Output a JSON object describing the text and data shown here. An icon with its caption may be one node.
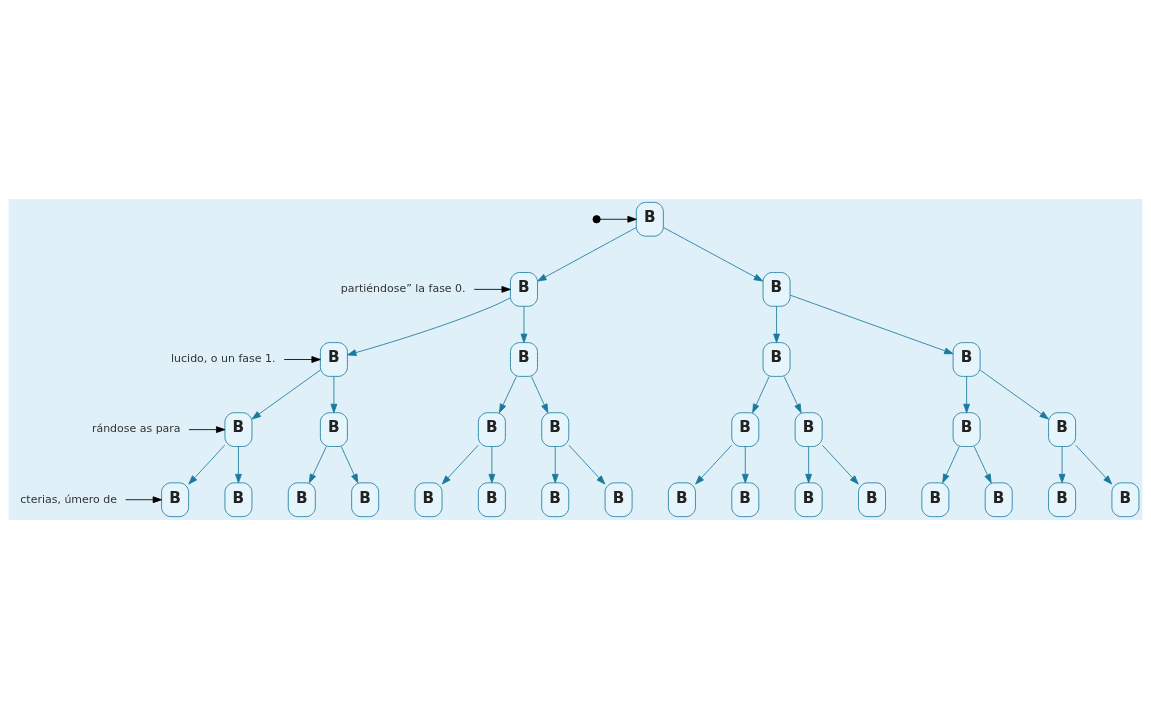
{
  "diagram": {
    "nodes": [
      {
        "text": [
          "B"
        ]
      },
      {
        "text": [
          "B"
        ]
      },
      {
        "text": [
          "B"
        ]
      },
      {
        "text": [
          "B"
        ]
      },
      {
        "text": [
          "B"
        ]
      },
      {
        "text": [
          "B"
        ]
      },
      {
        "text": [
          "B"
        ]
      },
      {
        "text": [
          "B"
        ]
      },
      {
        "text": [
          "B"
        ]
      },
      {
        "text": [
          "B"
        ]
      },
      {
        "text": [
          "B"
        ]
      },
      {
        "text": [
          "B"
        ]
      },
      {
        "text": [
          "B"
        ]
      },
      {
        "text": [
          "B"
        ]
      },
      {
        "text": [
          "B"
        ]
      },
      {
        "text": [
          "B"
        ]
      },
      {
        "text": [
          "B"
        ]
      },
      {
        "text": [
          "B"
        ]
      },
      {
        "text": [
          "B"
        ]
      },
      {
        "text": [
          "B"
        ]
      },
      {
        "text": [
          "B"
        ]
      },
      {
        "text": [
          "B"
        ]
      },
      {
        "text": [
          "B"
        ]
      },
      {
        "text": [
          "B"
        ]
      },
      {
        "text": [
          "B"
        ]
      },
      {
        "text": [
          "B"
        ]
      },
      {
        "text": [
          "B"
        ]
      },
      {
        "text": [
          "B"
        ]
      },
      {
        "text": [
          "B"
        ]
      },
      {
        "text": [
          "B"
        ]
      },
      {
        "text": [
          "B"
        ]
      },
      {
        "text": [
          "partiéndose” la fase 0."
        ]
      },
      {
        "text": [
          "lucido, o un fase 1."
        ]
      },
      {
        "text": [
          "rándose as para"
        ]
      },
      {
        "text": [
          "cterias, úmero de"
        ]
      }
    ],
    "edges": [
      {
        "from": 0,
        "to": 1,
        "arrow": "to"
      },
      {
        "from": 0,
        "to": 2,
        "arrow": "to"
      },
      {
        "from": 1,
        "to": 3,
        "arrow": "to"
      },
      {
        "from": 1,
        "to": 4,
        "arrow": "to"
      },
      {
        "from": 2,
        "to": 5,
        "arrow": "to"
      },
      {
        "from": 2,
        "to": 6,
        "arrow": "to"
      },
      {
        "from": 3,
        "to": 7,
        "arrow": "to"
      },
      {
        "from": 3,
        "to": 8,
        "arrow": "to"
      },
      {
        "from": 4,
        "to": 9,
        "arrow": "to"
      },
      {
        "from": 4,
        "to": 10,
        "arrow": "to"
      },
      {
        "from": 5,
        "to": 11,
        "arrow": "to"
      },
      {
        "from": 5,
        "to": 12,
        "arrow": "to"
      },
      {
        "from": 6,
        "to": 13,
        "arrow": "to"
      },
      {
        "from": 6,
        "to": 14,
        "arrow": "to"
      },
      {
        "from": 7,
        "to": 15,
        "arrow": "to"
      },
      {
        "from": 7,
        "to": 16,
        "arrow": "to"
      },
      {
        "from": 8,
        "to": 17,
        "arrow": "to"
      },
      {
        "from": 8,
        "to": 18,
        "arrow": "to"
      },
      {
        "from": 9,
        "to": 19,
        "arrow": "to"
      },
      {
        "from": 9,
        "to": 20,
        "arrow": "to"
      },
      {
        "from": 10,
        "to": 21,
        "arrow": "to"
      },
      {
        "from": 10,
        "to": 22,
        "arrow": "to"
      },
      {
        "from": 11,
        "to": 23,
        "arrow": "to"
      },
      {
        "from": 11,
        "to": 24,
        "arrow": "to"
      },
      {
        "from": 12,
        "to": 25,
        "arrow": "to"
      },
      {
        "from": 12,
        "to": 26,
        "arrow": "to"
      },
      {
        "from": 13,
        "to": 27,
        "arrow": "to"
      },
      {
        "from": 13,
        "to": 28,
        "arrow": "to"
      },
      {
        "from": 14,
        "to": 29,
        "arrow": "to"
      },
      {
        "from": 14,
        "to": 30,
        "arrow": "to"
      },
      {
        "from": null,
        "to": 0,
        "arrow": "to",
        "color": "#000000"
      },
      {
        "from": 31,
        "to": 1,
        "arrow": "to",
        "color": "#000000"
      },
      {
        "from": 32,
        "to": 3,
        "arrow": "to",
        "color": "#000000"
      },
      {
        "from": 33,
        "to": 7,
        "arrow": "to",
        "color": "#000000"
      },
      {
        "from": 34,
        "to": 15,
        "arrow": "to",
        "color": "#000000"
      }
    ]
  }
}
